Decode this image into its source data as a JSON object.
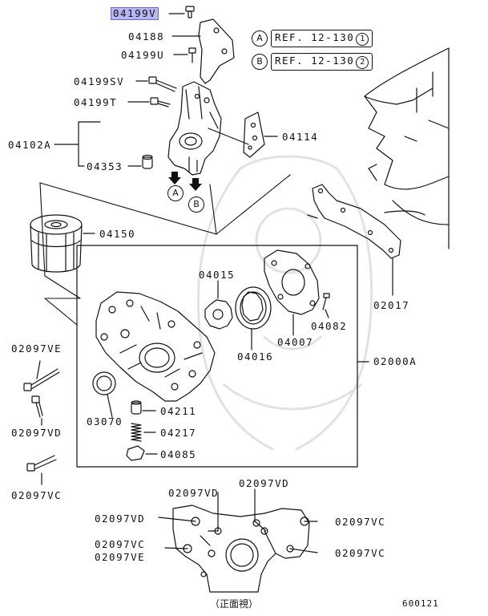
{
  "highlight_color": "#b9b7f3",
  "labels": {
    "p04199V": "04199V",
    "p04188": "04188",
    "p04199U": "04199U",
    "p04199SV": "04199SV",
    "p04199T": "04199T",
    "p04102A": "04102A",
    "p04353": "04353",
    "p04114": "04114",
    "p04150": "04150",
    "p02017": "02017",
    "p04015": "04015",
    "p04016": "04016",
    "p04007": "04007",
    "p04082": "04082",
    "p02000A": "02000A",
    "p03070": "03070",
    "p04211": "04211",
    "p04217": "04217",
    "p04085": "04085",
    "p02097VE_left": "02097VE",
    "p02097VD_left": "02097VD",
    "p02097VC_left": "02097VC",
    "p02097VD_top1": "02097VD",
    "p02097VD_top2": "02097VD",
    "p02097VD_mid": "02097VD",
    "p02097VC_midleft": "02097VC",
    "p02097VE_midleft": "02097VE",
    "p02097VC_right1": "02097VC",
    "p02097VC_right2": "02097VC"
  },
  "refs": {
    "refA": {
      "letter": "A",
      "text": "REF. 12-130",
      "num": "1"
    },
    "refB": {
      "letter": "B",
      "text": "REF. 12-130",
      "num": "2"
    }
  },
  "arrows": {
    "a": "A",
    "b": "B"
  },
  "caption": "（正面視）",
  "diagram_code": "600121"
}
